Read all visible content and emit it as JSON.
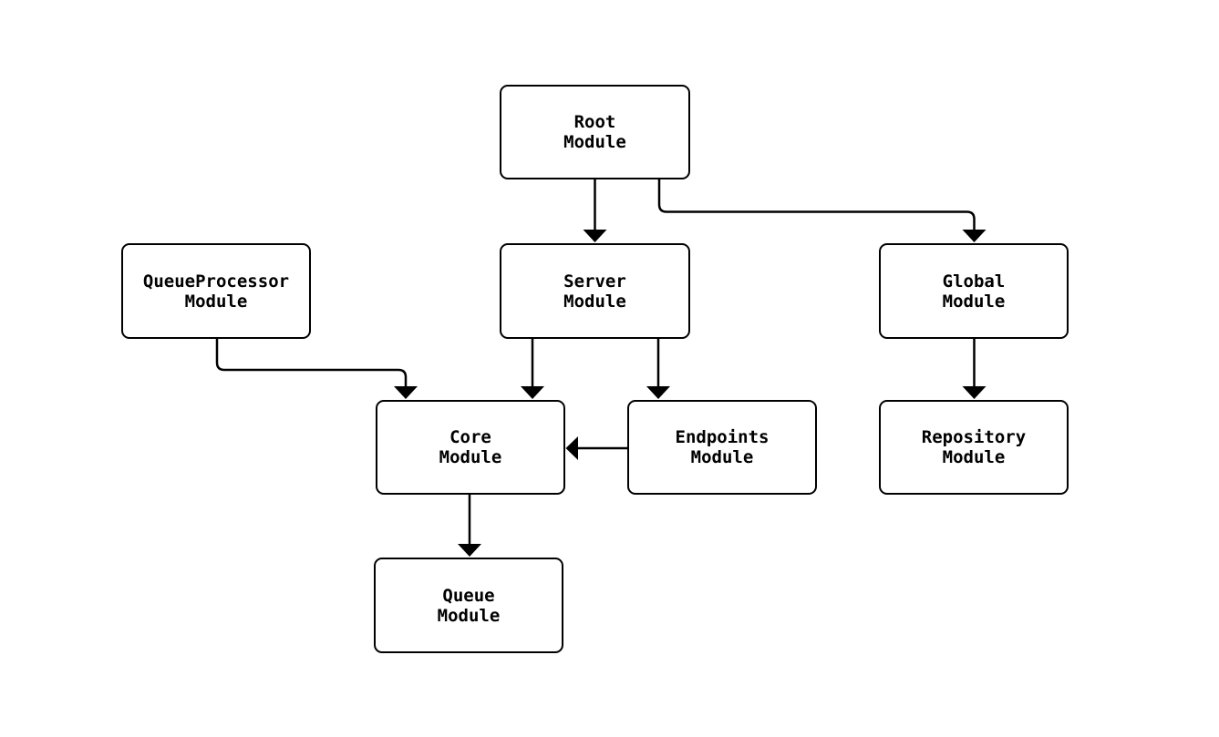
{
  "diagram": {
    "type": "module-dependency-flowchart",
    "background_color": "#ffffff",
    "node_fill_color": "#ffffff",
    "node_border_color": "#000000",
    "text_color": "#000000",
    "edge_color": "#000000",
    "nodes": {
      "root": {
        "line1": "Root",
        "line2": "Module"
      },
      "queueprocessor": {
        "line1": "QueueProcessor",
        "line2": "Module"
      },
      "server": {
        "line1": "Server",
        "line2": "Module"
      },
      "global": {
        "line1": "Global",
        "line2": "Module"
      },
      "core": {
        "line1": "Core",
        "line2": "Module"
      },
      "endpoints": {
        "line1": "Endpoints",
        "line2": "Module"
      },
      "repository": {
        "line1": "Repository",
        "line2": "Module"
      },
      "queue": {
        "line1": "Queue",
        "line2": "Module"
      }
    },
    "edges": [
      {
        "from": "Root Module",
        "to": "Server Module"
      },
      {
        "from": "Root Module",
        "to": "Global Module"
      },
      {
        "from": "QueueProcessor Module",
        "to": "Core Module"
      },
      {
        "from": "Server Module",
        "to": "Core Module"
      },
      {
        "from": "Server Module",
        "to": "Endpoints Module"
      },
      {
        "from": "Global Module",
        "to": "Repository Module"
      },
      {
        "from": "Endpoints Module",
        "to": "Core Module"
      },
      {
        "from": "Core Module",
        "to": "Queue Module"
      }
    ]
  }
}
